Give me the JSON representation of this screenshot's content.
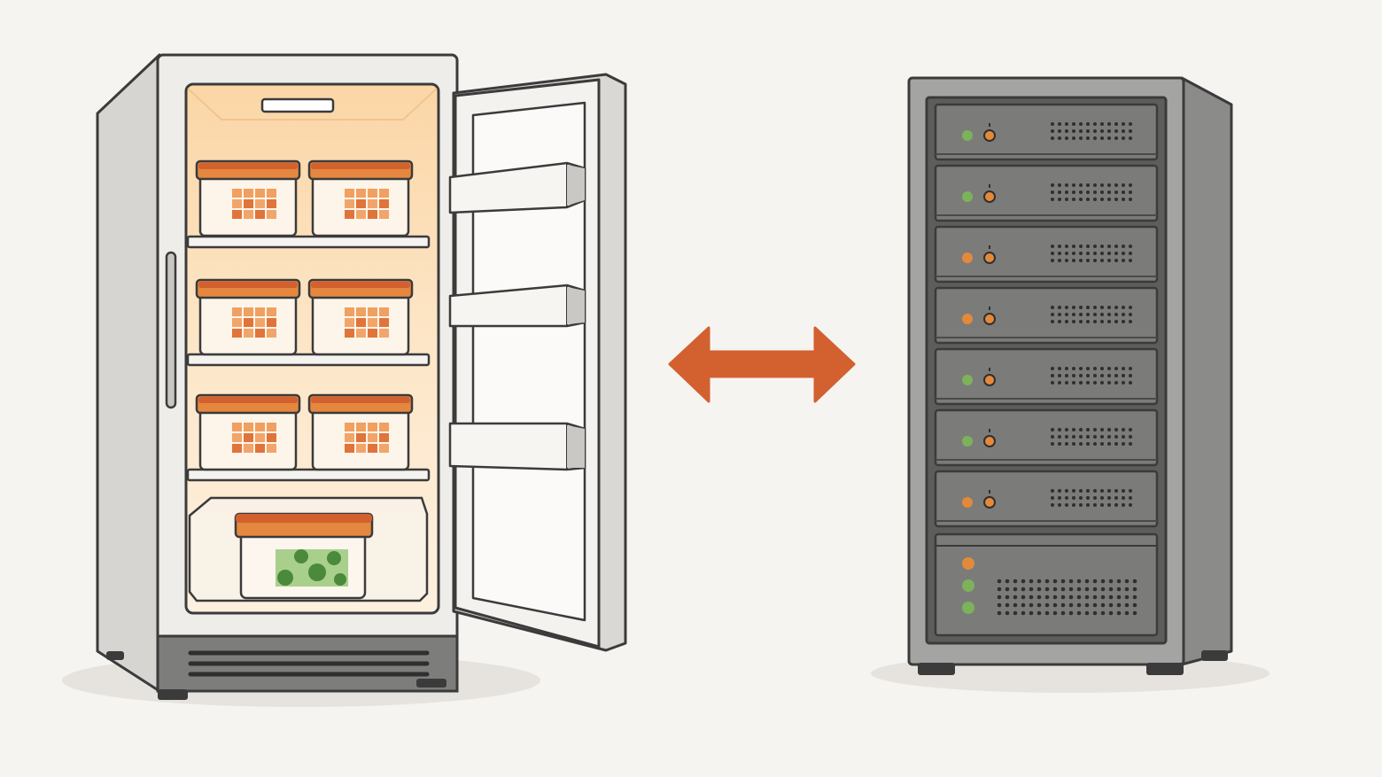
{
  "colors": {
    "background": "#f5f4f1",
    "outline": "#3b3b3b",
    "fridge_body": "#eeedea",
    "fridge_interior": "#fbe3c4",
    "accent_orange": "#d3602f",
    "container_body": "#fdf5ea",
    "server_body": "#8a8a88",
    "server_slot": "#7b7b79",
    "led_green": "#7cb35a",
    "led_orange": "#e38a3a"
  },
  "scene": {
    "left_object": "open-refrigerator-icon",
    "connector": "double-headed-arrow-icon",
    "right_object": "server-rack-icon"
  },
  "fridge": {
    "shelf_count": 3,
    "container_rows": 3,
    "containers_per_row": 2,
    "crisper_drawer": "vegetable-container",
    "door_bins": 3
  },
  "server": {
    "units": [
      {
        "led_a": "green",
        "led_b": "orange"
      },
      {
        "led_a": "green",
        "led_b": "orange"
      },
      {
        "led_a": "orange",
        "led_b": "orange"
      },
      {
        "led_a": "orange",
        "led_b": "orange"
      },
      {
        "led_a": "green",
        "led_b": "orange"
      },
      {
        "led_a": "green",
        "led_b": "orange"
      },
      {
        "led_a": "orange",
        "led_b": "orange"
      }
    ],
    "bottom_unit_leds": [
      "orange",
      "green",
      "green"
    ]
  }
}
